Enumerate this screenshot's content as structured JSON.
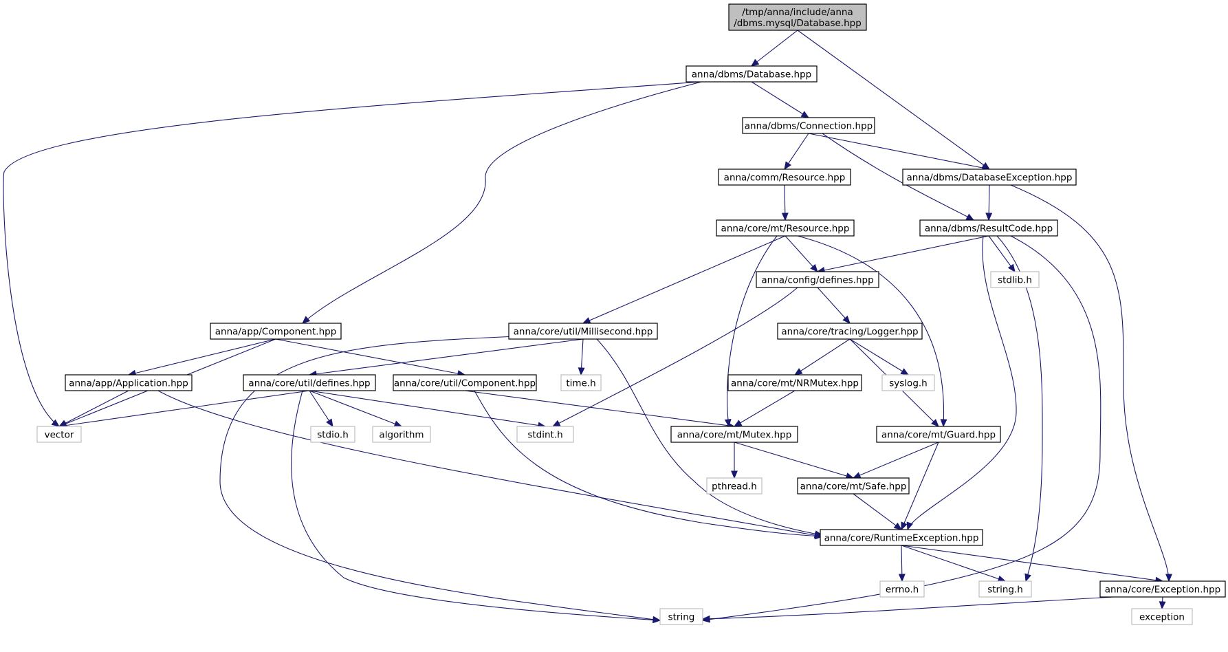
{
  "colors": {
    "edge": "#191970",
    "root_fill": "#bfbfbf",
    "root_border": "#000000",
    "node_border": "#000000",
    "external_border": "#bfbfbf",
    "external_text": "#3a3a3a",
    "background": "#ffffff"
  },
  "nodes": [
    {
      "id": "root",
      "label": "/tmp/anna/include/anna\n/dbms.mysql/Database.hpp",
      "kind": "root"
    },
    {
      "id": "dbms_database",
      "label": "anna/dbms/Database.hpp",
      "kind": "file"
    },
    {
      "id": "dbms_connection",
      "label": "anna/dbms/Connection.hpp",
      "kind": "file"
    },
    {
      "id": "dbms_dbexception",
      "label": "anna/dbms/DatabaseException.hpp",
      "kind": "file"
    },
    {
      "id": "comm_resource",
      "label": "anna/comm/Resource.hpp",
      "kind": "file"
    },
    {
      "id": "mt_resource",
      "label": "anna/core/mt/Resource.hpp",
      "kind": "file"
    },
    {
      "id": "dbms_resultcode",
      "label": "anna/dbms/ResultCode.hpp",
      "kind": "file"
    },
    {
      "id": "config_defines",
      "label": "anna/config/defines.hpp",
      "kind": "file"
    },
    {
      "id": "stdlib",
      "label": "stdlib.h",
      "kind": "external"
    },
    {
      "id": "app_component",
      "label": "anna/app/Component.hpp",
      "kind": "file"
    },
    {
      "id": "util_millisecond",
      "label": "anna/core/util/Millisecond.hpp",
      "kind": "file"
    },
    {
      "id": "tracing_logger",
      "label": "anna/core/tracing/Logger.hpp",
      "kind": "file"
    },
    {
      "id": "app_application",
      "label": "anna/app/Application.hpp",
      "kind": "file"
    },
    {
      "id": "util_defines",
      "label": "anna/core/util/defines.hpp",
      "kind": "file"
    },
    {
      "id": "util_component",
      "label": "anna/core/util/Component.hpp",
      "kind": "file"
    },
    {
      "id": "time",
      "label": "time.h",
      "kind": "external"
    },
    {
      "id": "mt_nrmutex",
      "label": "anna/core/mt/NRMutex.hpp",
      "kind": "file"
    },
    {
      "id": "syslog",
      "label": "syslog.h",
      "kind": "external"
    },
    {
      "id": "vector",
      "label": "vector",
      "kind": "external"
    },
    {
      "id": "stdio",
      "label": "stdio.h",
      "kind": "external"
    },
    {
      "id": "algorithm",
      "label": "algorithm",
      "kind": "external"
    },
    {
      "id": "stdint",
      "label": "stdint.h",
      "kind": "external"
    },
    {
      "id": "mt_mutex",
      "label": "anna/core/mt/Mutex.hpp",
      "kind": "file"
    },
    {
      "id": "mt_guard",
      "label": "anna/core/mt/Guard.hpp",
      "kind": "file"
    },
    {
      "id": "pthread",
      "label": "pthread.h",
      "kind": "external"
    },
    {
      "id": "mt_safe",
      "label": "anna/core/mt/Safe.hpp",
      "kind": "file"
    },
    {
      "id": "runtime_exception",
      "label": "anna/core/RuntimeException.hpp",
      "kind": "file"
    },
    {
      "id": "errno",
      "label": "errno.h",
      "kind": "external"
    },
    {
      "id": "string_h",
      "label": "string.h",
      "kind": "external"
    },
    {
      "id": "core_exception",
      "label": "anna/core/Exception.hpp",
      "kind": "file"
    },
    {
      "id": "string",
      "label": "string",
      "kind": "external"
    },
    {
      "id": "exception",
      "label": "exception",
      "kind": "external"
    }
  ],
  "edges": [
    [
      "root",
      "dbms_database"
    ],
    [
      "root",
      "dbms_dbexception"
    ],
    [
      "dbms_database",
      "vector"
    ],
    [
      "dbms_database",
      "app_component"
    ],
    [
      "dbms_database",
      "dbms_connection"
    ],
    [
      "dbms_connection",
      "comm_resource"
    ],
    [
      "dbms_connection",
      "dbms_dbexception"
    ],
    [
      "dbms_connection",
      "dbms_resultcode"
    ],
    [
      "dbms_dbexception",
      "dbms_resultcode"
    ],
    [
      "dbms_dbexception",
      "core_exception"
    ],
    [
      "comm_resource",
      "mt_resource"
    ],
    [
      "mt_resource",
      "util_millisecond"
    ],
    [
      "mt_resource",
      "config_defines"
    ],
    [
      "mt_resource",
      "mt_mutex"
    ],
    [
      "mt_resource",
      "mt_guard"
    ],
    [
      "dbms_resultcode",
      "config_defines"
    ],
    [
      "dbms_resultcode",
      "stdlib"
    ],
    [
      "dbms_resultcode",
      "runtime_exception"
    ],
    [
      "dbms_resultcode",
      "string_h"
    ],
    [
      "dbms_resultcode",
      "string"
    ],
    [
      "config_defines",
      "tracing_logger"
    ],
    [
      "config_defines",
      "stdint"
    ],
    [
      "app_component",
      "vector"
    ],
    [
      "app_component",
      "app_application"
    ],
    [
      "app_component",
      "util_component"
    ],
    [
      "util_millisecond",
      "util_defines"
    ],
    [
      "util_millisecond",
      "time"
    ],
    [
      "util_millisecond",
      "runtime_exception"
    ],
    [
      "util_millisecond",
      "string"
    ],
    [
      "tracing_logger",
      "mt_nrmutex"
    ],
    [
      "tracing_logger",
      "syslog"
    ],
    [
      "tracing_logger",
      "mt_guard"
    ],
    [
      "app_application",
      "vector"
    ],
    [
      "app_application",
      "runtime_exception"
    ],
    [
      "util_defines",
      "vector"
    ],
    [
      "util_defines",
      "stdio"
    ],
    [
      "util_defines",
      "algorithm"
    ],
    [
      "util_defines",
      "stdint"
    ],
    [
      "util_defines",
      "string"
    ],
    [
      "util_component",
      "mt_mutex"
    ],
    [
      "util_component",
      "runtime_exception"
    ],
    [
      "mt_nrmutex",
      "mt_mutex"
    ],
    [
      "mt_mutex",
      "pthread"
    ],
    [
      "mt_mutex",
      "mt_safe"
    ],
    [
      "mt_guard",
      "mt_safe"
    ],
    [
      "mt_guard",
      "runtime_exception"
    ],
    [
      "mt_safe",
      "runtime_exception"
    ],
    [
      "runtime_exception",
      "errno"
    ],
    [
      "runtime_exception",
      "string_h"
    ],
    [
      "runtime_exception",
      "core_exception"
    ],
    [
      "core_exception",
      "string"
    ],
    [
      "core_exception",
      "exception"
    ]
  ]
}
